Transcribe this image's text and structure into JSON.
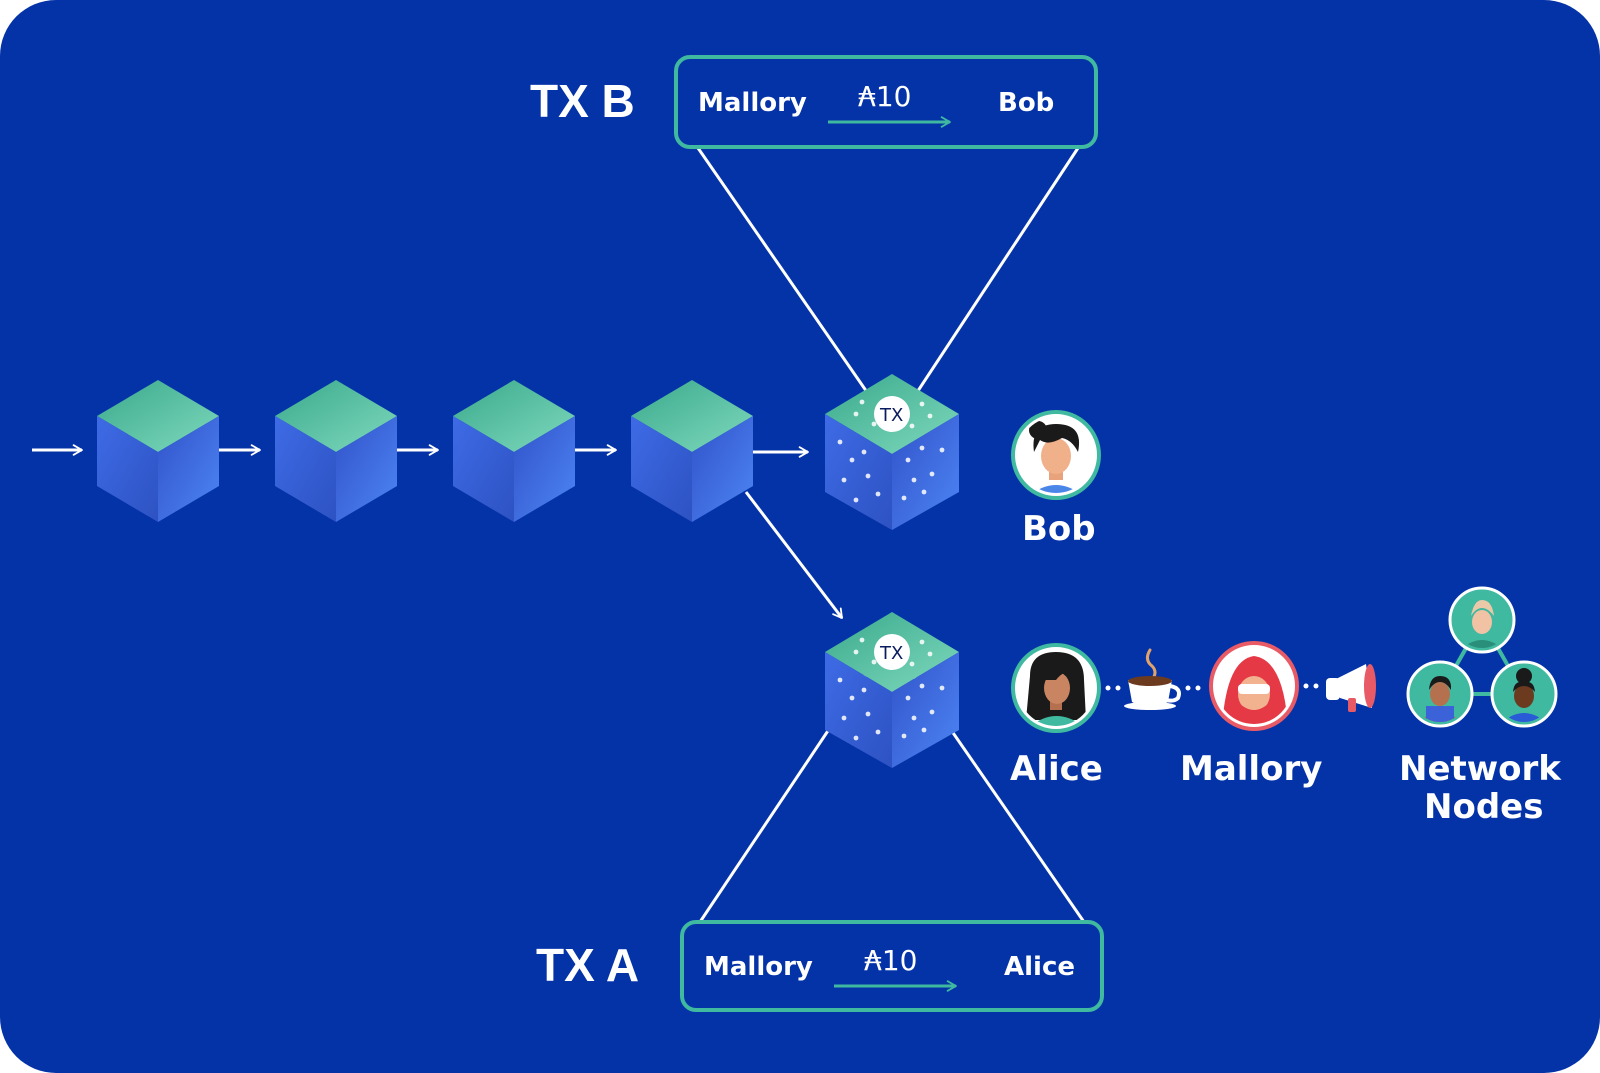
{
  "colors": {
    "background": "#0433a8",
    "frame": "#ffffff",
    "accent_teal": "#3fb9a0",
    "cube_top": "#4fc3a1",
    "cube_left": "#3b62d9",
    "cube_right": "#4b7af0",
    "line": "#ffffff"
  },
  "tx_b": {
    "title": "TX B",
    "from": "Mallory",
    "amount": "₳10",
    "to": "Bob"
  },
  "tx_a": {
    "title": "TX A",
    "from": "Mallory",
    "amount": "₳10",
    "to": "Alice"
  },
  "chain": {
    "block_count": 4,
    "tx_badge_label": "TX"
  },
  "people": {
    "bob": "Bob",
    "alice": "Alice",
    "mallory": "Mallory",
    "network_nodes_line1": "Network",
    "network_nodes_line2": "Nodes"
  },
  "icons": {
    "coffee": "coffee-cup-icon",
    "megaphone": "megaphone-icon",
    "arrow": "arrow-right-icon"
  }
}
